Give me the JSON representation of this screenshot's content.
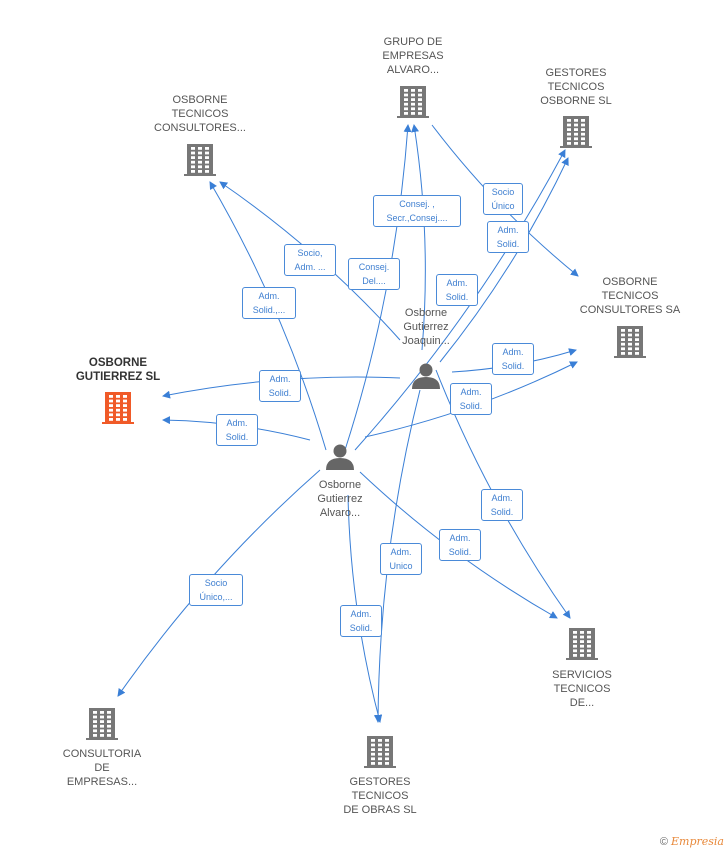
{
  "colors": {
    "edge": "#3a7fd6",
    "building": "#777777",
    "building_main": "#f05a28",
    "person": "#666666"
  },
  "nodes": [
    {
      "id": "osborne-gutierrez-sl",
      "type": "company",
      "main": true,
      "label": "OSBORNE\nGUTIERREZ SL"
    },
    {
      "id": "osborne-tecnicos-consultores",
      "type": "company",
      "label": "OSBORNE\nTECNICOS\nCONSULTORES..."
    },
    {
      "id": "grupo-de-empresas-alvaro",
      "type": "company",
      "label": "GRUPO DE\nEMPRESAS\nALVARO..."
    },
    {
      "id": "gestores-tecnicos-osborne-sl",
      "type": "company",
      "label": "GESTORES\nTECNICOS\nOSBORNE SL"
    },
    {
      "id": "osborne-tecnicos-consultores-sa",
      "type": "company",
      "label": "OSBORNE\nTECNICOS\nCONSULTORES SA"
    },
    {
      "id": "servicios-tecnicos-de",
      "type": "company",
      "label": "SERVICIOS\nTECNICOS\nDE..."
    },
    {
      "id": "gestores-tecnicos-de-obras-sl",
      "type": "company",
      "label": "GESTORES\nTECNICOS\nDE OBRAS SL"
    },
    {
      "id": "consultoria-de-empresas",
      "type": "company",
      "label": "CONSULTORIA\nDE\nEMPRESAS..."
    },
    {
      "id": "osborne-gutierrez-joaquin",
      "type": "person",
      "label": "Osborne\nGutierrez\nJoaquin..."
    },
    {
      "id": "osborne-gutierrez-alvaro",
      "type": "person",
      "label": "Osborne\nGutierrez\nAlvaro..."
    }
  ],
  "edges": [
    {
      "from": "osborne-gutierrez-alvaro",
      "to": "consultoria-de-empresas",
      "label": "Socio\nÚnico,..."
    },
    {
      "from": "osborne-gutierrez-alvaro",
      "to": "osborne-gutierrez-sl",
      "label": "Adm.\nSolid."
    },
    {
      "from": "osborne-gutierrez-joaquin",
      "to": "osborne-gutierrez-sl",
      "label": "Adm.\nSolid."
    },
    {
      "from": "osborne-gutierrez-alvaro",
      "to": "osborne-tecnicos-consultores",
      "label": "Adm.\nSolid.,..."
    },
    {
      "from": "osborne-gutierrez-joaquin",
      "to": "osborne-tecnicos-consultores",
      "label": "Socio,\nAdm. ..."
    },
    {
      "from": "osborne-gutierrez-alvaro",
      "to": "grupo-de-empresas-alvaro",
      "label": "Consej.\nDel...."
    },
    {
      "from": "osborne-gutierrez-joaquin",
      "to": "grupo-de-empresas-alvaro",
      "label": "Consej. ,\nSecr.,Consej...."
    },
    {
      "from": "grupo-de-empresas-alvaro",
      "to": "osborne-tecnicos-consultores-sa",
      "label": "Socio\nÚnico"
    },
    {
      "from": "osborne-gutierrez-alvaro",
      "to": "gestores-tecnicos-osborne-sl",
      "label": "Adm.\nSolid."
    },
    {
      "from": "osborne-gutierrez-joaquin",
      "to": "gestores-tecnicos-osborne-sl",
      "label": "Adm.\nSolid."
    },
    {
      "from": "osborne-gutierrez-joaquin",
      "to": "osborne-tecnicos-consultores-sa",
      "label": "Adm.\nSolid."
    },
    {
      "from": "osborne-gutierrez-alvaro",
      "to": "osborne-tecnicos-consultores-sa",
      "label": "Adm.\nSolid."
    },
    {
      "from": "osborne-gutierrez-joaquin",
      "to": "servicios-tecnicos-de",
      "label": "Adm.\nSolid."
    },
    {
      "from": "osborne-gutierrez-alvaro",
      "to": "servicios-tecnicos-de",
      "label": "Adm.\nSolid."
    },
    {
      "from": "osborne-gutierrez-joaquin",
      "to": "gestores-tecnicos-de-obras-sl",
      "label": "Adm.\nUnico"
    },
    {
      "from": "osborne-gutierrez-alvaro",
      "to": "gestores-tecnicos-de-obras-sl",
      "label": "Adm.\nSolid."
    }
  ],
  "footer": {
    "copyright": "©",
    "brand": "Empresia"
  }
}
